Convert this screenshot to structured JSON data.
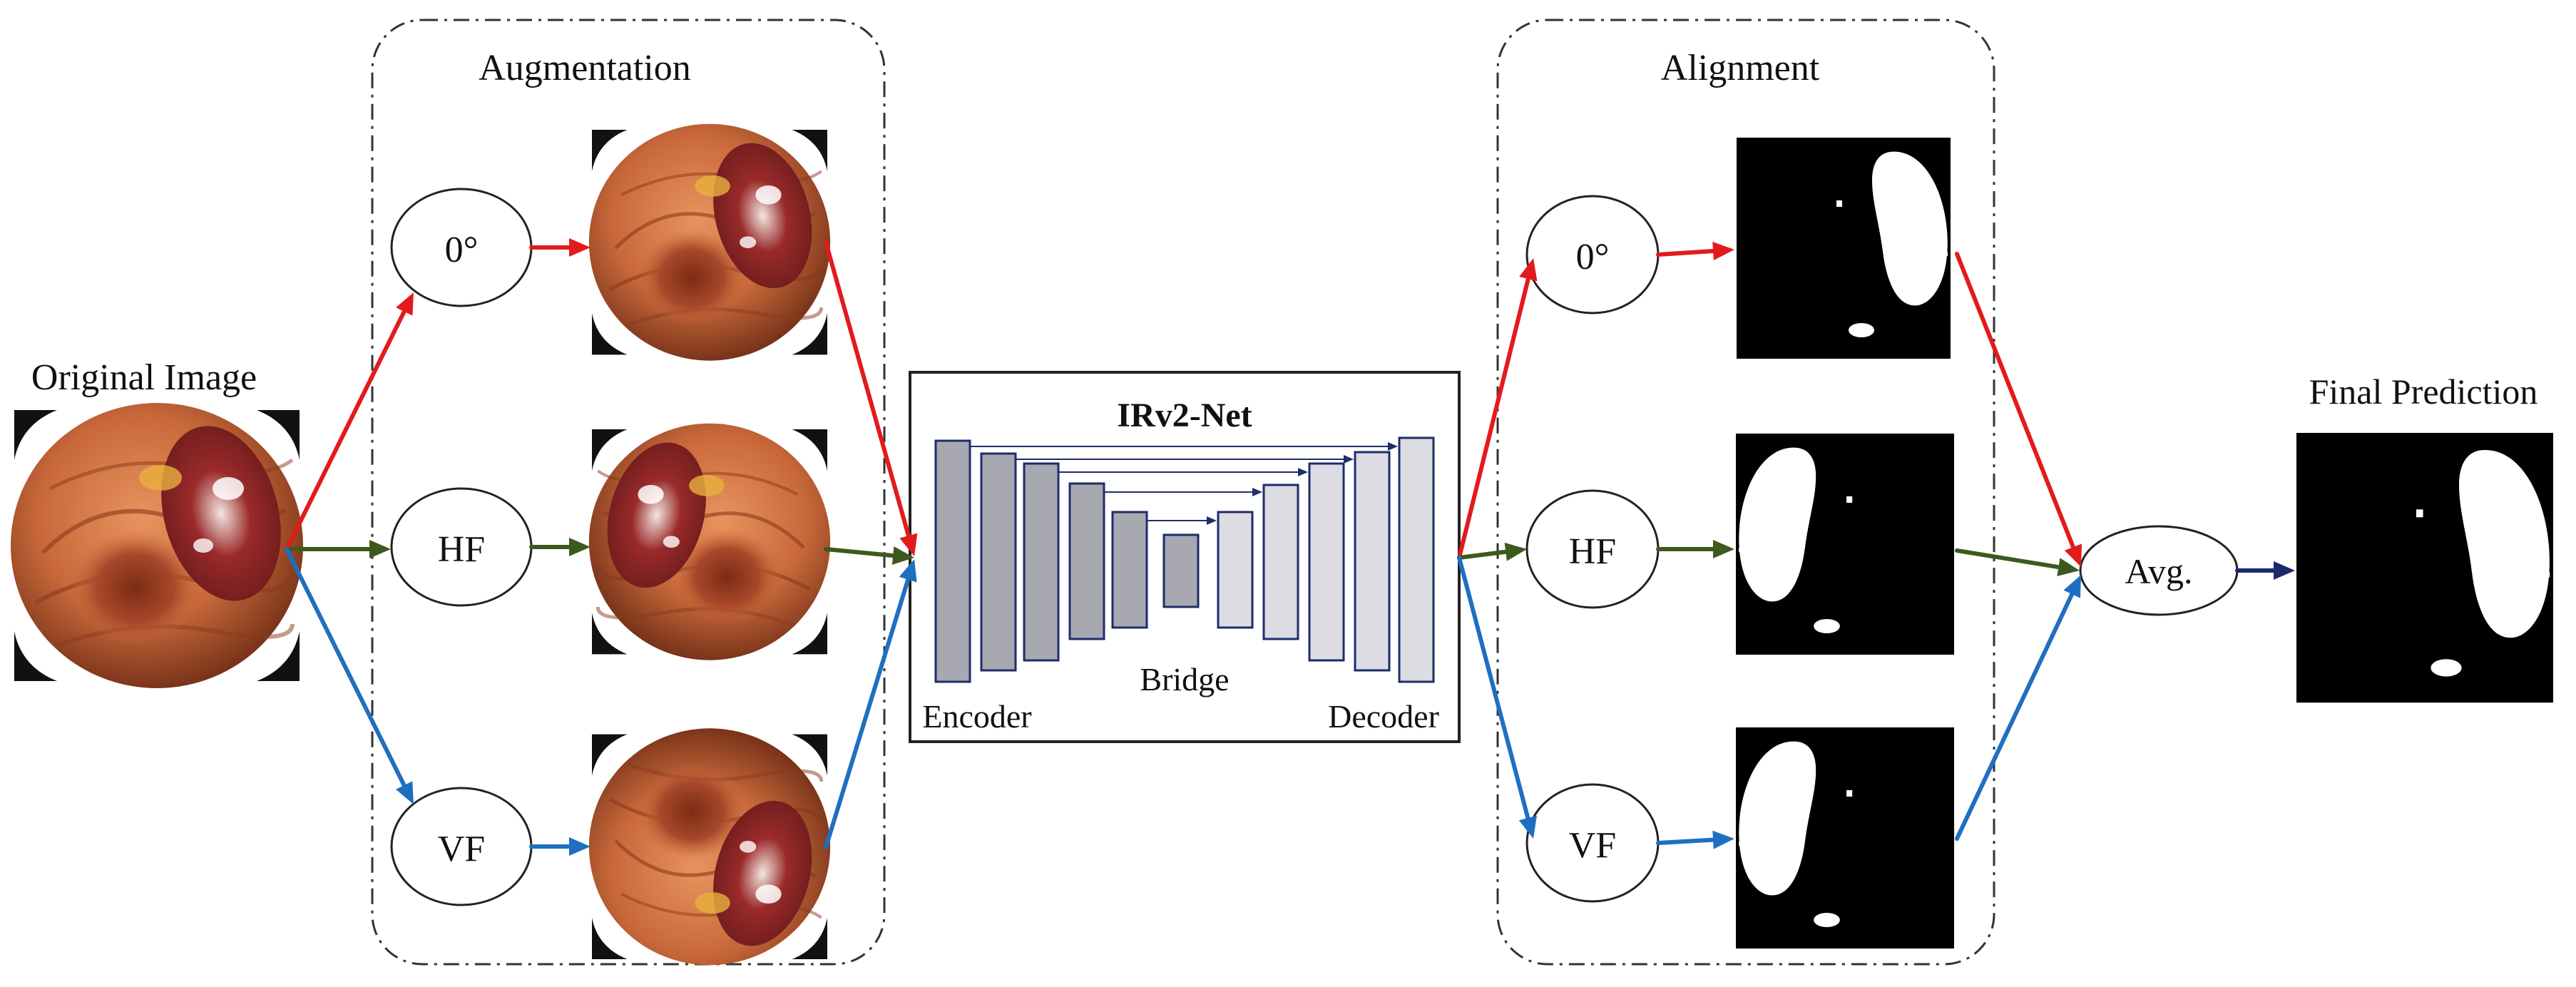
{
  "augmentation": {
    "title": "Augmentation",
    "branches": [
      {
        "id": "0deg",
        "label": "0°",
        "arrow_color": "#e31a1c"
      },
      {
        "id": "hf",
        "label": "HF",
        "arrow_color": "#3d5a1e"
      },
      {
        "id": "vf",
        "label": "VF",
        "arrow_color": "#1f6fc0"
      }
    ]
  },
  "input": {
    "label": "Original Image"
  },
  "network": {
    "title": "IRv2-Net",
    "encoder_label": "Encoder",
    "bridge_label": "Bridge",
    "decoder_label": "Decoder"
  },
  "alignment": {
    "title": "Alignment",
    "branches": [
      {
        "id": "0deg",
        "label": "0°",
        "arrow_color": "#e31a1c"
      },
      {
        "id": "hf",
        "label": "HF",
        "arrow_color": "#3d5a1e"
      },
      {
        "id": "vf",
        "label": "VF",
        "arrow_color": "#1f6fc0"
      }
    ]
  },
  "fusion": {
    "label": "Avg.",
    "arrow_color": "#1a2a6c"
  },
  "output": {
    "label": "Final Prediction"
  },
  "colors": {
    "encoder_block": "#a8a8b0",
    "decoder_block": "#dcdce2",
    "block_stroke": "#1e2d6b",
    "skip_arrow": "#1e2d6b",
    "tissue": "#c86a3c",
    "mask_bg": "#000000",
    "mask_fg": "#ffffff"
  }
}
